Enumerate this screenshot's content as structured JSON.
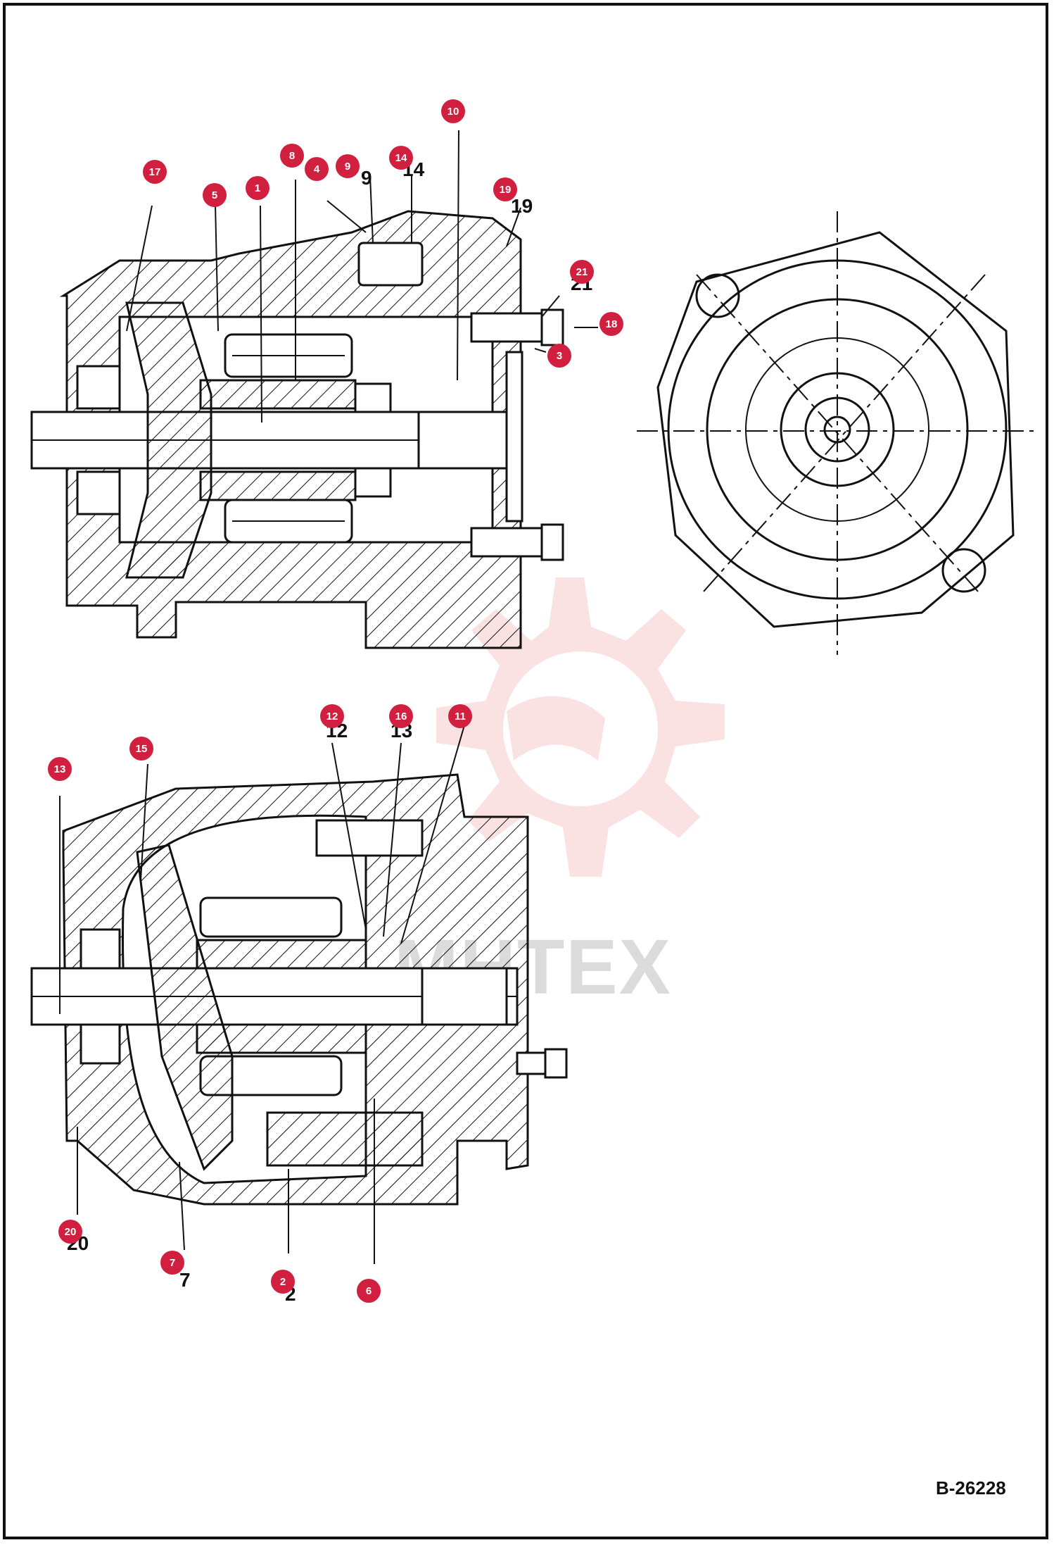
{
  "drawing": {
    "doc_ref": "B-26228",
    "watermark_text": "MHTEX",
    "callouts": [
      {
        "id": "1",
        "label": "1"
      },
      {
        "id": "2",
        "label": "2"
      },
      {
        "id": "3",
        "label": "3"
      },
      {
        "id": "4",
        "label": "4"
      },
      {
        "id": "5",
        "label": "5"
      },
      {
        "id": "6",
        "label": "6"
      },
      {
        "id": "7",
        "label": "7"
      },
      {
        "id": "8",
        "label": "8"
      },
      {
        "id": "9",
        "label": "9"
      },
      {
        "id": "10",
        "label": "10"
      },
      {
        "id": "11",
        "label": "11"
      },
      {
        "id": "12",
        "label": "12"
      },
      {
        "id": "13",
        "label": "13"
      },
      {
        "id": "14",
        "label": "14"
      },
      {
        "id": "15",
        "label": "15"
      },
      {
        "id": "16",
        "label": "16"
      },
      {
        "id": "17",
        "label": "17"
      },
      {
        "id": "18",
        "label": "18"
      },
      {
        "id": "19",
        "label": "19"
      },
      {
        "id": "20",
        "label": "20"
      },
      {
        "id": "21",
        "label": "21"
      }
    ],
    "printed_labels": [
      "9",
      "14",
      "19",
      "21",
      "12",
      "13",
      "20",
      "7",
      "2"
    ],
    "colors": {
      "callout": "#d11f3f",
      "line": "#111111",
      "watermark": "#e23a3a"
    }
  }
}
